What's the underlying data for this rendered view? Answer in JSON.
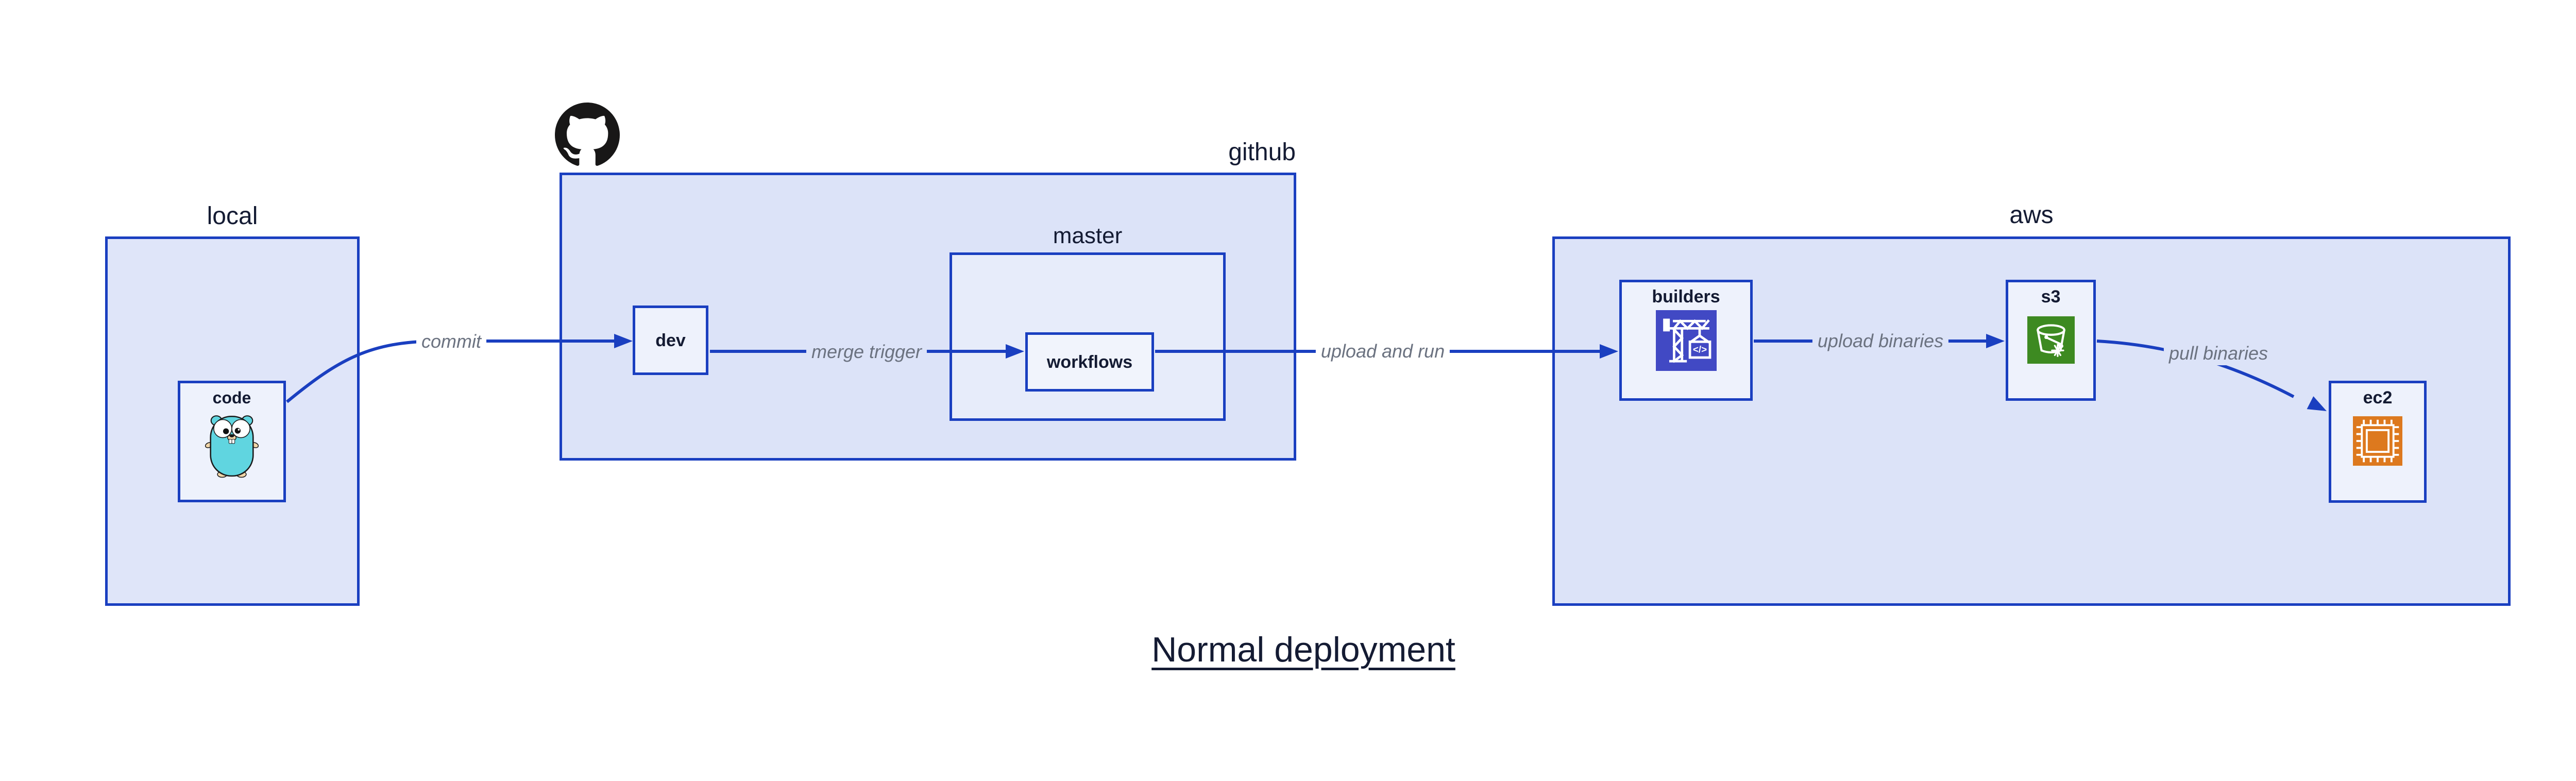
{
  "title": {
    "text": "Normal deployment"
  },
  "groups": {
    "local": {
      "label": "local"
    },
    "github": {
      "label": "github"
    },
    "master": {
      "label": "master"
    },
    "aws": {
      "label": "aws"
    }
  },
  "nodes": {
    "code": {
      "label": "code"
    },
    "dev": {
      "label": "dev"
    },
    "workflows": {
      "label": "workflows"
    },
    "builders": {
      "label": "builders",
      "icon_glyph": "</>"
    },
    "s3": {
      "label": "s3"
    },
    "ec2": {
      "label": "ec2"
    }
  },
  "edges": {
    "commit": {
      "label": "commit"
    },
    "merge_trigger": {
      "label": "merge trigger"
    },
    "upload_and_run": {
      "label": "upload and run"
    },
    "upload_binaries": {
      "label": "upload binaries"
    },
    "pull_binaries": {
      "label": "pull binaries"
    }
  },
  "icons": {
    "github_logo": "github-octocat-logo",
    "code": "go-gopher",
    "builders": "codebuild-crane",
    "s3": "s3-bucket-snowflake",
    "ec2": "ec2-chip"
  },
  "colors": {
    "canvas_bg": "#ffffff",
    "group_fill": "#dce3f8",
    "master_fill": "#e7ecfa",
    "node_fill": "#eef2fc",
    "stroke_blue": "#1a3fc0",
    "text_dark": "#141b33",
    "edge_label_gray": "#6b7280",
    "builders_icon_bg": "#4149c4",
    "s3_icon_bg": "#3d8a21",
    "ec2_icon_bg": "#dd791e",
    "github_logo_black": "#181717",
    "gopher_teal": "#60d5e0"
  }
}
